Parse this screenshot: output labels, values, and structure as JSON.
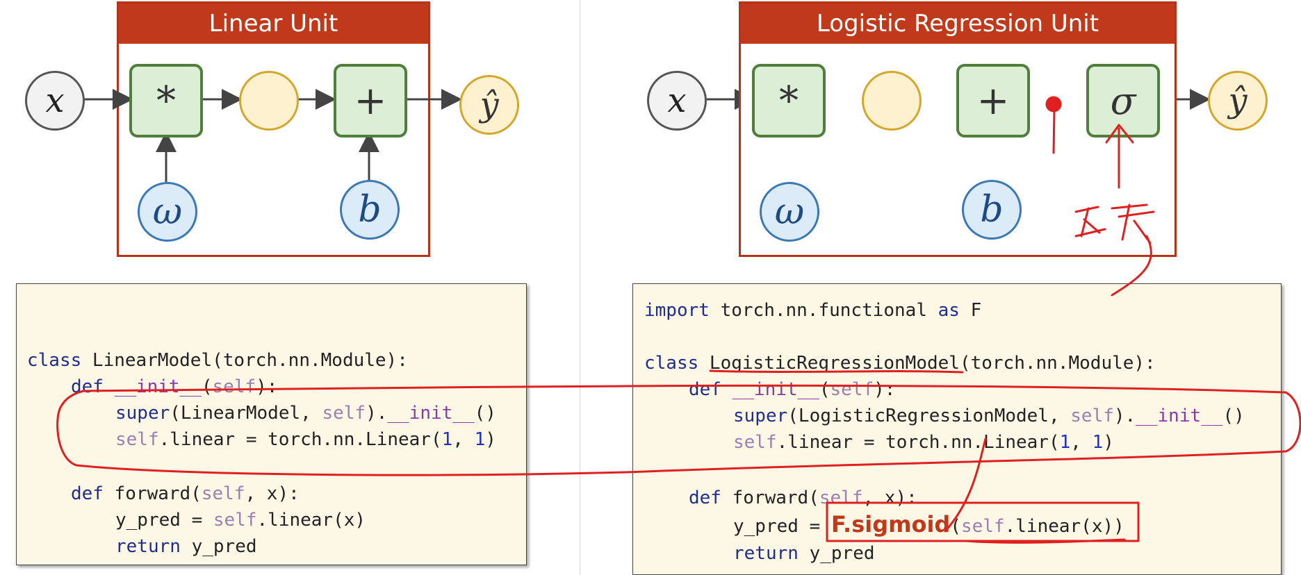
{
  "left": {
    "title": "Linear Unit",
    "nodes": {
      "x": "x",
      "mul": "*",
      "add": "+",
      "w": "ω",
      "b": "b",
      "yhat": "ŷ"
    },
    "code": {
      "l1": {
        "a": "class ",
        "b": "LinearModel(torch.nn.Module):"
      },
      "l2": {
        "a": "def ",
        "b": "__init__",
        "c": "(",
        "d": "self",
        "e": "):"
      },
      "l3": {
        "a": "super",
        "b": "(LinearModel, ",
        "c": "self",
        "d": ").",
        "e": "__init__",
        "f": "()"
      },
      "l4": {
        "a": "self",
        "b": ".linear = torch.nn.Linear(",
        "c": "1",
        "d": ", ",
        "e": "1",
        "f": ")"
      },
      "l5": {
        "a": "def ",
        "b": "forward(",
        "c": "self",
        "d": ", x):"
      },
      "l6": {
        "a": "y_pred = ",
        "b": "self",
        "c": ".linear(x)"
      },
      "l7": {
        "a": "return ",
        "b": "y_pred"
      }
    }
  },
  "right": {
    "title": "Logistic Regression Unit",
    "nodes": {
      "x": "x",
      "mul": "*",
      "add": "+",
      "sigma": "σ",
      "w": "ω",
      "b": "b",
      "yhat": "ŷ"
    },
    "code": {
      "l0": {
        "a": "import ",
        "b": "torch.nn.functional ",
        "c": "as ",
        "d": "F"
      },
      "l1": {
        "a": "class ",
        "b": "LogisticRegressionModel(torch.nn.Module):"
      },
      "l2": {
        "a": "def ",
        "b": "__init__",
        "c": "(",
        "d": "self",
        "e": "):"
      },
      "l3": {
        "a": "super",
        "b": "(LogisticRegressionModel, ",
        "c": "self",
        "d": ").",
        "e": "__init__",
        "f": "()"
      },
      "l4": {
        "a": "self",
        "b": ".linear = torch.nn.Linear(",
        "c": "1",
        "d": ", ",
        "e": "1",
        "f": ")"
      },
      "l5": {
        "a": "def ",
        "b": "forward(",
        "c": "self",
        "d": ", x):"
      },
      "l6": {
        "a": "y_pred = ",
        "b": "F.sigmoid",
        "c": "(",
        "d": "self",
        "e": ".linear(x))"
      },
      "l7": {
        "a": "return ",
        "b": "y_pred"
      }
    }
  },
  "colors": {
    "title_bar": "#c0391b",
    "annotation": "#e02020",
    "code_bg": "#fdf8e6"
  }
}
